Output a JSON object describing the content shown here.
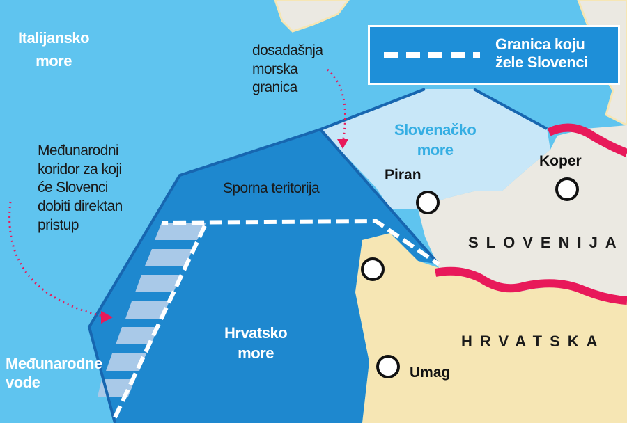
{
  "colors": {
    "open_sea": "#5fc4ef",
    "croatian_sea": "#1e88cf",
    "slovenian_sea": "#c8e7f8",
    "slovenia_land": "#ebe9e2",
    "croatia_land": "#f6e6b4",
    "land_border": "#e8195a",
    "legend_bg": "#1e8fd8"
  },
  "legend": {
    "line1": "Granica koju",
    "line2": "želе Slovenci"
  },
  "labels": {
    "italian_sea": [
      "Italijansko",
      "more"
    ],
    "international_waters": [
      "Međunarodne",
      "vode"
    ],
    "croatian_sea": [
      "Hrvatsko",
      "more"
    ],
    "slovenian_sea": [
      "Slovenačko",
      "more"
    ],
    "disputed": "Sporna teritorija",
    "previous_border": [
      "dosadašnja",
      "morska",
      "granica"
    ],
    "corridor": [
      "Međunarodni",
      "koridor za koji",
      "će Slovenci",
      "dobiti direktan",
      "pristup"
    ]
  },
  "cities": [
    "Piran",
    "Koper",
    "Umag"
  ],
  "countries": {
    "slovenia": "SLOVENIJA",
    "croatia": "HRVATSKA"
  }
}
